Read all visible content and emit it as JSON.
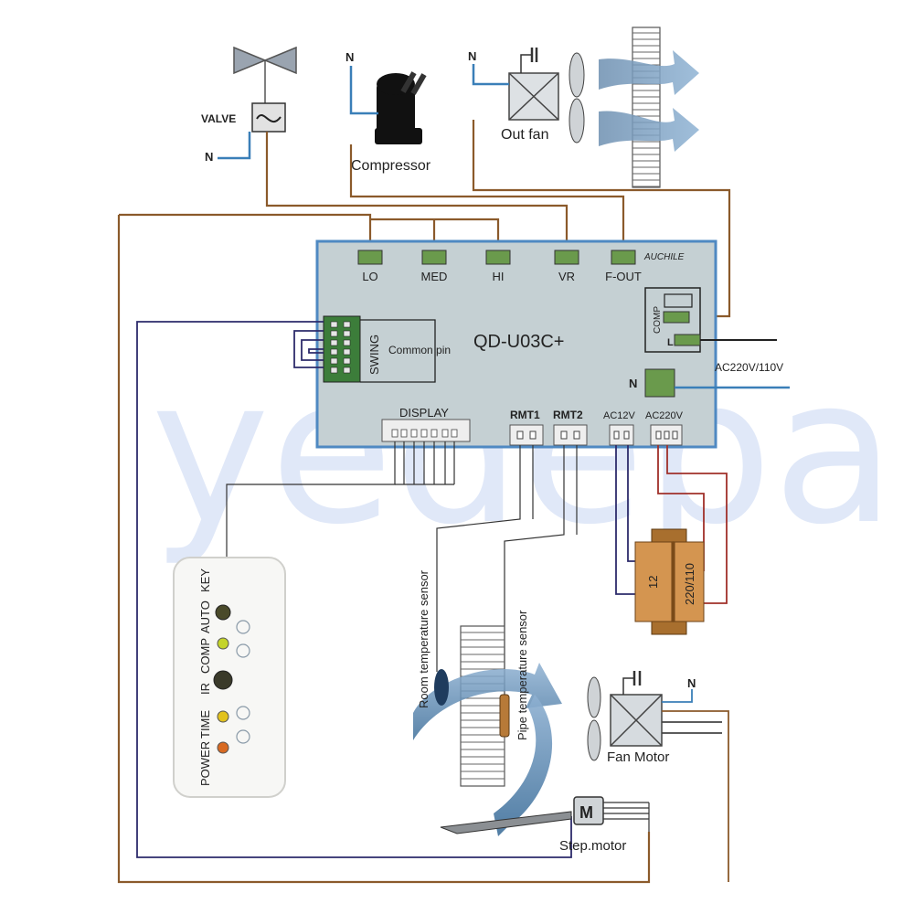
{
  "board": {
    "model": "QD-U03C+",
    "brand": "AUCHILE",
    "relays": [
      "LO",
      "MED",
      "HI",
      "VR",
      "F-OUT"
    ],
    "comp_label": "COMP",
    "l_label": "L",
    "n_label": "N",
    "swing_label": "SWING",
    "common_pin_label": "Common pin",
    "display_label": "DISPLAY",
    "rmt1_label": "RMT1",
    "rmt2_label": "RMT2",
    "ac12_label": "AC12V",
    "ac220_label": "AC220V",
    "supply_label": "AC220V/110V"
  },
  "components": {
    "valve": "VALVE",
    "compressor": "Compressor",
    "out_fan": "Out fan",
    "fan_motor": "Fan Motor",
    "step_motor": "Step.motor",
    "room_sensor": "Room temperature sensor",
    "pipe_sensor": "Pipe temperature sensor",
    "neutral": "N"
  },
  "transformer": {
    "primary": "220/110",
    "secondary": "12"
  },
  "display_panel": {
    "labels": [
      "KEY",
      "AUTO",
      "COMP",
      "IR",
      "TIME",
      "POWER"
    ]
  },
  "watermark": "yedepa",
  "colors": {
    "board_bg": "#c5d0d3",
    "board_border": "#4f89c2",
    "relay_green": "#6a9a4c",
    "wire_brown": "#8b5a2b",
    "wire_navy": "#2d2b6b",
    "wire_blue": "#3a7fb8",
    "wire_red": "#a0302a",
    "gray_line": "#555555",
    "text_green": "#3f8a2e"
  }
}
